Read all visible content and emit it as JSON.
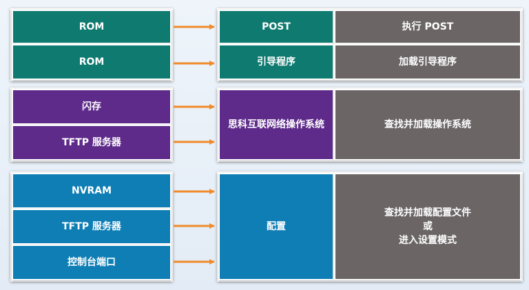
{
  "colors": {
    "teal": "#0e7a70",
    "purple": "#5e2b8a",
    "blue": "#0e7eb5",
    "gray": "#6b6566",
    "arrow": "#f08a2a"
  },
  "group1": {
    "sources": [
      "ROM",
      "ROM"
    ],
    "components": [
      "POST",
      "引导程序"
    ],
    "actions": [
      "执行 POST",
      "加载引导程序"
    ]
  },
  "group2": {
    "sources": [
      "闪存",
      "TFTP 服务器"
    ],
    "component": "思科互联网络操作系统",
    "action": "查找并加载操作系统"
  },
  "group3": {
    "sources": [
      "NVRAM",
      "TFTP 服务器",
      "控制台端口"
    ],
    "component": "配置",
    "action_lines": [
      "查找并加载配置文件",
      "或",
      "进入设置模式"
    ]
  }
}
